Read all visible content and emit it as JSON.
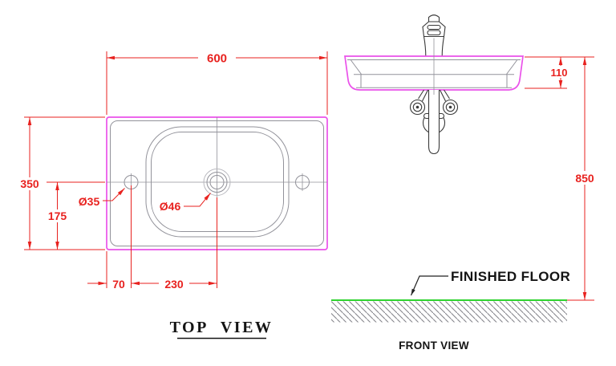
{
  "top_view": {
    "title": "TOP VIEW",
    "dims": {
      "width": "600",
      "depth": "350",
      "center_from_front": "175",
      "faucet_hole_diameter": "Ø35",
      "drain_diameter": "Ø46",
      "edge_to_faucet_hole": "70",
      "faucet_hole_to_drain": "230"
    }
  },
  "front_view": {
    "title": "FRONT VIEW",
    "dims": {
      "apron_height": "110",
      "rim_to_floor": "850"
    },
    "floor_label": "FINISHED FLOOR"
  },
  "colors": {
    "dimension_red": "#e8221f",
    "outline_magenta": "#ea52ea",
    "floor_green": "#2fd32f",
    "drawing_gray": "#92929a",
    "fixture_dark": "#3a3a3a",
    "text_black": "#141414"
  }
}
